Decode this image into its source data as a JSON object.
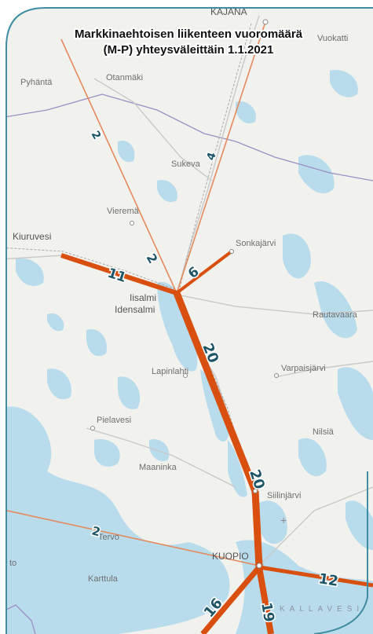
{
  "title_line1": "Markkinaehtoisen liikenteen vuoromäärä",
  "title_line2": "(M-P) yhteysväleittäin 1.1.2021",
  "places": {
    "kajana": "KAJANA",
    "vuokatti": "Vuokatti",
    "pyhanta": "Pyhäntä",
    "otanmaki": "Otanmäki",
    "sukeva": "Sukeva",
    "vierema": "Vieremä",
    "kiuruvesi": "Kiuruvesi",
    "sonkajarvi": "Sonkajärvi",
    "iisalmi": "Iisalmi",
    "idensalmi": "Idensalmi",
    "rautavaara": "Rautavaara",
    "lapinlahti": "Lapinlahti",
    "varpaisjarvi": "Varpaisjärvi",
    "pielavesi": "Pielavesi",
    "nilsia": "Nilsiä",
    "maaninka": "Maaninka",
    "siilinjarvi": "Siilinjärvi",
    "tervo": "Tervo",
    "kuopio": "KUOPIO",
    "to": "to",
    "karttula": "Karttula",
    "kallavesi": "KALLAVESI"
  },
  "route_labels": {
    "north_kajaani_west": "2",
    "north_vierema": "2",
    "north_kajaani_east": "4",
    "sonkajarvi": "6",
    "kiuruvesi": "11",
    "iisalmi_lapinlahti": "20",
    "lapinlahti_siilinjarvi": "20",
    "tervo_kuopio": "2",
    "kuopio_east": "12",
    "kuopio_southwest": "16",
    "kuopio_south": "19"
  },
  "colors": {
    "route": "#d94f0f",
    "route_thin": "#e48a5d",
    "water": "#b9dcec",
    "land": "#f4f4f2",
    "frame_border": "#3f8da3",
    "frame_fill": "#ffffff",
    "admin_border": "#9b8fc4",
    "road": "#c8c8c8",
    "rail": "#a9a9a9",
    "label_text": "#1e5566"
  }
}
